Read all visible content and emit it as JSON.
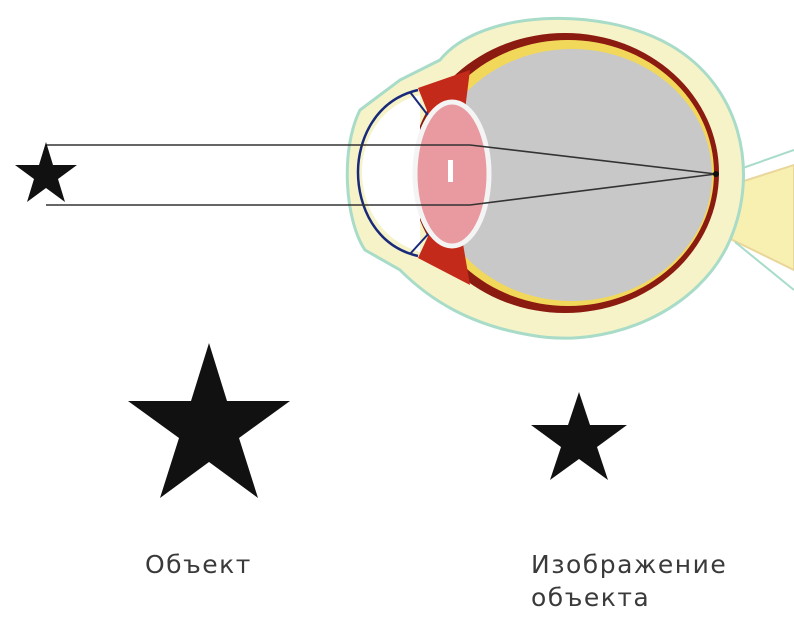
{
  "labels": {
    "object": "Объект",
    "image_line1": "Изображение",
    "image_line2": "объекта"
  },
  "colors": {
    "outer_contour": "#a8dcc8",
    "sclera": "#f6f3c8",
    "choroid": "#8b1a10",
    "vitreous": "#c8c8c8",
    "lens": "#e89aa0",
    "cornea": "#1a2a7a",
    "iris": "#c42a1a",
    "optic_nerve": "#f8f0b0",
    "star": "#111111",
    "rays": "#333333"
  },
  "icons": [
    "star-icon",
    "star-icon",
    "star-icon"
  ]
}
